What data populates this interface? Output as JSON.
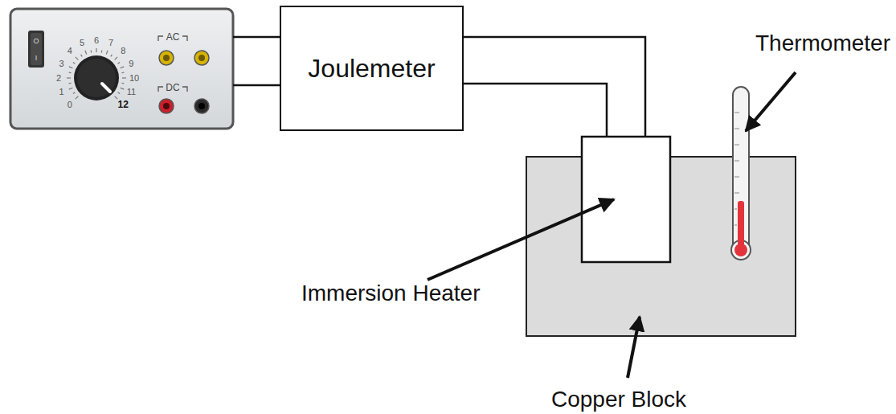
{
  "diagram": {
    "nodes": [
      {
        "text": [
          "Joulemeter"
        ]
      }
    ],
    "labels": [
      "O",
      "I",
      "0",
      "1",
      "2",
      "3",
      "4",
      "5",
      "6",
      "7",
      "8",
      "9",
      "10",
      "11",
      "12",
      "AC",
      "DC",
      "Thermometer",
      "Immersion Heater",
      "Copper Block"
    ]
  }
}
